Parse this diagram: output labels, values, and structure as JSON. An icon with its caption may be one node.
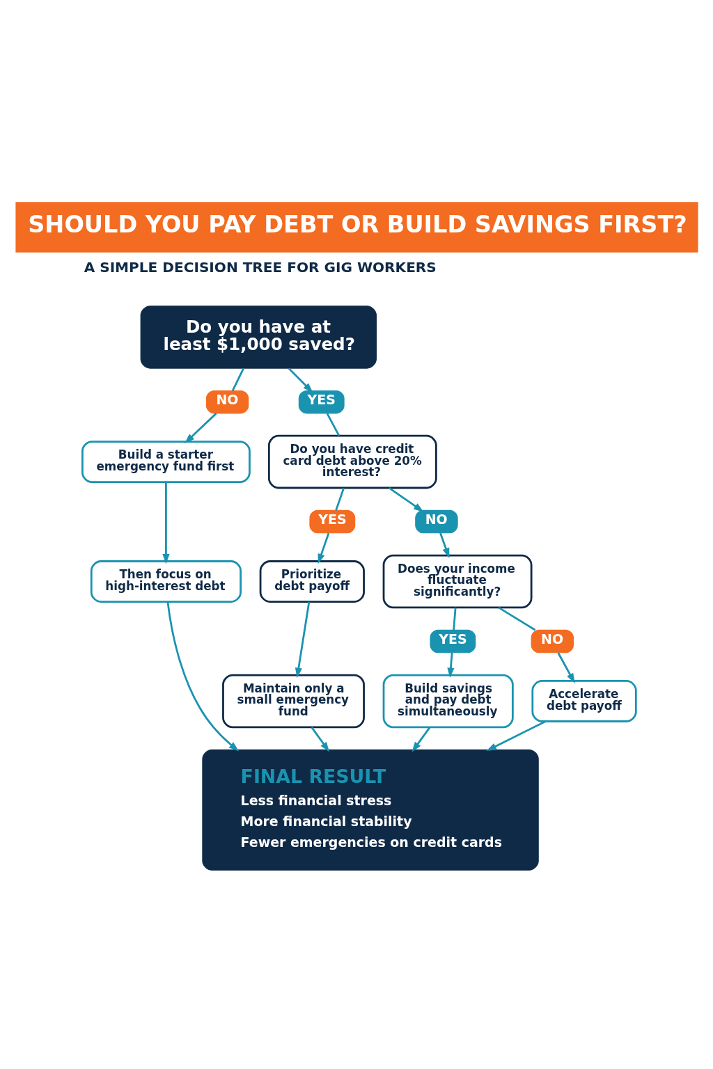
{
  "diagram": {
    "title": "SHOULD YOU PAY DEBT OR BUILD SAVINGS FIRST?",
    "nodes": [
      {
        "text": [
          "Do you have at least $1,000 saved?"
        ]
      },
      {
        "text": [
          "NO"
        ]
      },
      {
        "text": [
          "YES"
        ]
      },
      {
        "text": [
          "Build a starter emergency fund first"
        ]
      },
      {
        "text": [
          "Do you have credit card debt above 20% interest?"
        ]
      },
      {
        "text": [
          "Then focus on high-interest debt"
        ]
      },
      {
        "text": [
          "YES"
        ]
      },
      {
        "text": [
          "NO"
        ]
      },
      {
        "text": [
          "Prioritize debt payoff"
        ]
      },
      {
        "text": [
          "Does your income fluctuate significantly?"
        ]
      },
      {
        "text": [
          "Maintain only a small emergency fund"
        ]
      },
      {
        "text": [
          "YES"
        ]
      },
      {
        "text": [
          "NO"
        ]
      },
      {
        "text": [
          "Build savings and pay debt simultaneously"
        ]
      },
      {
        "text": [
          "Accelerate debt payoff"
        ]
      },
      {
        "text": [
          "FINAL RESULT",
          "Less financial stress",
          "More financial stability",
          "Fewer emergencies on credit cards"
        ]
      }
    ],
    "edges": [
      {
        "from": 0,
        "to": 1,
        "arrow": "none"
      },
      {
        "from": 0,
        "to": 2,
        "arrow": "to"
      },
      {
        "from": 1,
        "to": 3,
        "arrow": "to"
      },
      {
        "from": 2,
        "to": 4,
        "arrow": "none"
      },
      {
        "from": 3,
        "to": 5,
        "arrow": "to"
      },
      {
        "from": 4,
        "to": 6,
        "arrow": "none"
      },
      {
        "from": 4,
        "to": 7,
        "arrow": "to"
      },
      {
        "from": 6,
        "to": 8,
        "arrow": "to"
      },
      {
        "from": 7,
        "to": 9,
        "arrow": "to"
      },
      {
        "from": 8,
        "to": 10,
        "arrow": "to"
      },
      {
        "from": 9,
        "to": 11,
        "arrow": "none"
      },
      {
        "from": 9,
        "to": 12,
        "arrow": "none"
      },
      {
        "from": 11,
        "to": 13,
        "arrow": "to"
      },
      {
        "from": 12,
        "to": 14,
        "arrow": "to"
      },
      {
        "from": 5,
        "to": 15,
        "arrow": "to"
      },
      {
        "from": 10,
        "to": 15,
        "arrow": "to"
      },
      {
        "from": 13,
        "to": 15,
        "arrow": "to"
      },
      {
        "from": 14,
        "to": 15,
        "arrow": "to"
      }
    ],
    "labels": [
      "A SIMPLE DECISION TREE FOR GIG WORKERS"
    ]
  }
}
